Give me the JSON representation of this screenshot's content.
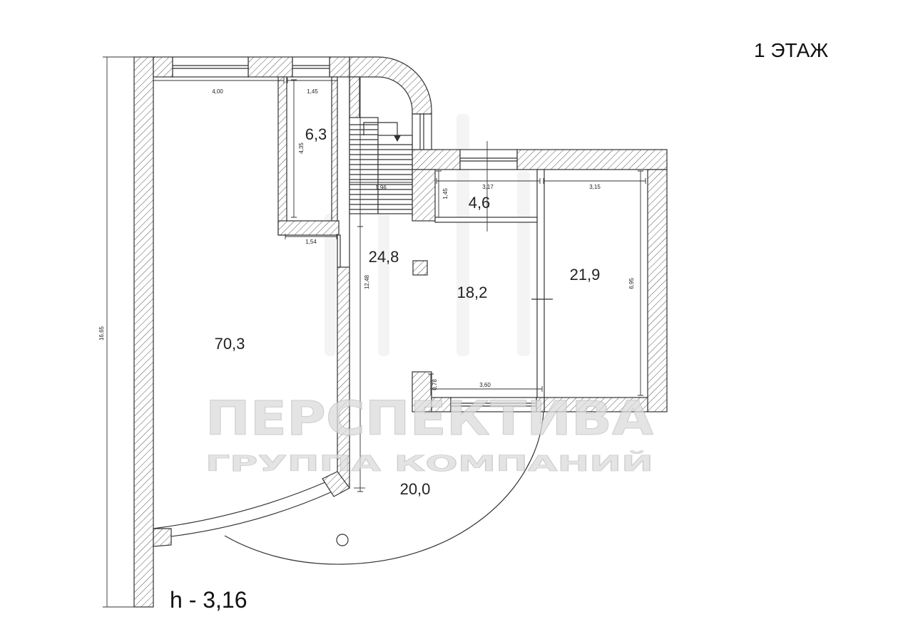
{
  "floor_label": "1 ЭТАЖ",
  "ceiling_height": "h - 3,16",
  "rooms": {
    "main_hall": "70,3",
    "storage": "6,3",
    "corridor": "24,8",
    "office_center": "18,2",
    "small_room": "4,6",
    "office_right": "21,9",
    "vestibule": "20,0"
  },
  "dimensions": {
    "total_height": "16,65",
    "main_hall_width": "4,00",
    "storage_width": "1,45",
    "storage_length": "4,35",
    "storage_bottom": "1,54",
    "stair_width": "1,96",
    "corridor_length": "12,48",
    "small_room_width": "3,17",
    "small_room_depth": "1,45",
    "office_right_width": "3,15",
    "office_right_length": "6,95",
    "office_center_width": "3,60",
    "niche_depth": "0,78"
  },
  "watermark": {
    "name": "ПЕРСПЕКТИВА",
    "subtitle": "ГРУППА КОМПАНИЙ"
  }
}
